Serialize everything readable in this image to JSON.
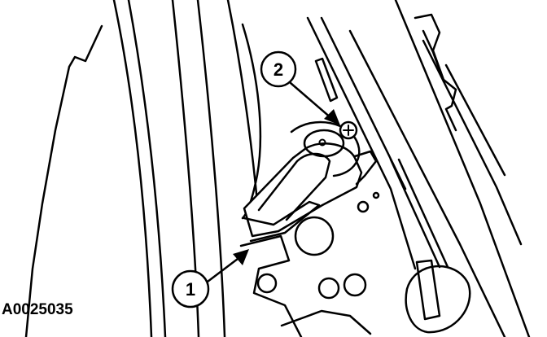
{
  "figure": {
    "id": "A0025035",
    "callouts": [
      {
        "label": "1"
      },
      {
        "label": "2"
      }
    ]
  }
}
